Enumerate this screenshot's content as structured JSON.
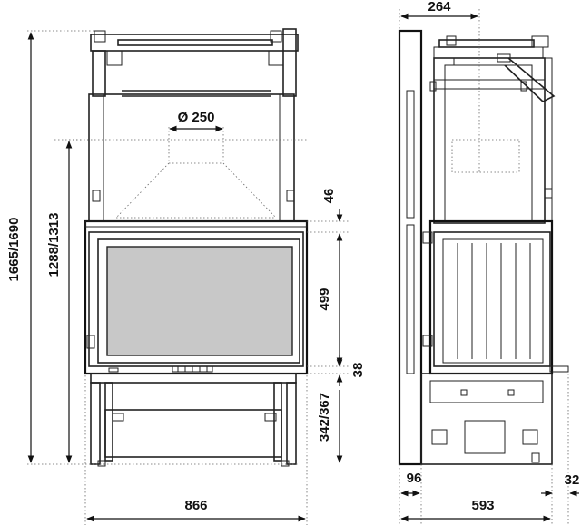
{
  "dimensions": {
    "total_height": "1665/1690",
    "firebox_height": "1288/1313",
    "flue_diameter": "Ø 250",
    "top_clearance": "46",
    "glass_height": "499",
    "bottom_frame": "38",
    "base_height": "342/367",
    "front_width": "866",
    "side_top_offset": "264",
    "side_front_offset": "96",
    "side_depth": "593",
    "side_rear_offset": "32"
  }
}
